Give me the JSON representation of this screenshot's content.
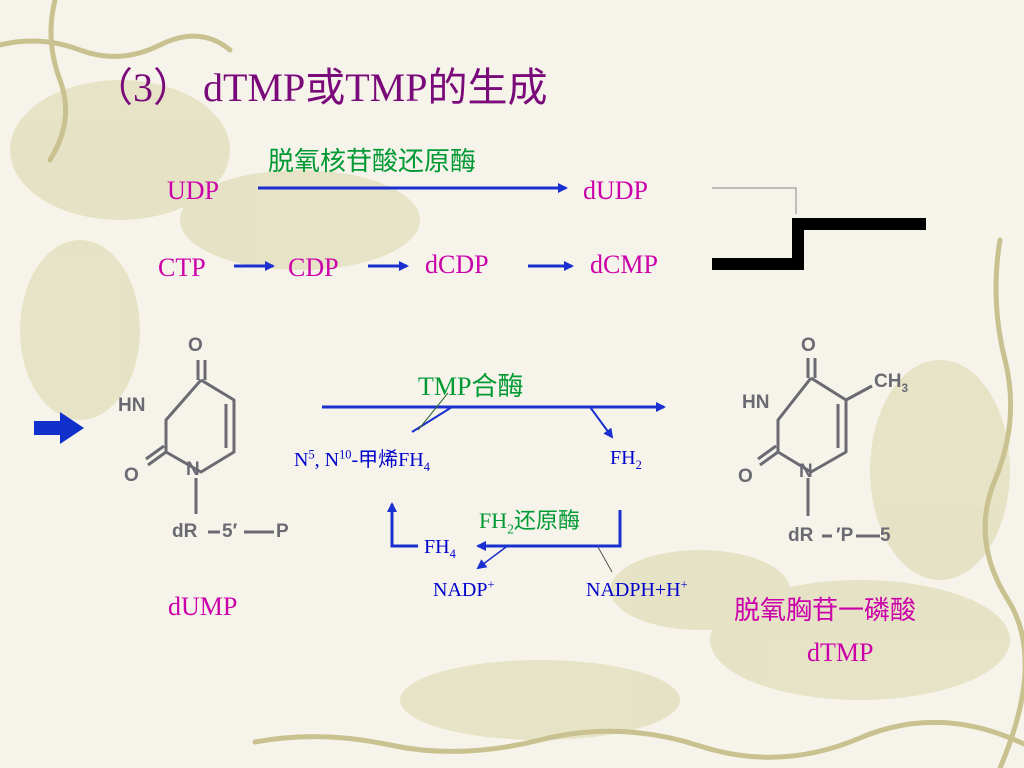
{
  "title": "（3） dTMP或TMP的生成",
  "top_reaction": {
    "enzyme": "脱氧核苷酸还原酶",
    "substrate": "UDP",
    "product": "dUDP"
  },
  "ctp_chain": [
    "CTP",
    "CDP",
    "dCDP",
    "dCMP"
  ],
  "dump_structure": {
    "atoms": [
      "O",
      "HN",
      "O",
      "N",
      "dR",
      "5",
      "′",
      "P"
    ]
  },
  "dtmp_structure": {
    "atoms": [
      "O",
      "CH",
      "3",
      "HN",
      "O",
      "N",
      "dR",
      "5",
      "′",
      "P"
    ]
  },
  "dump_name": "dUMP",
  "dtmp_name_cn": "脱氧胸苷一磷酸",
  "dtmp_name": "dTMP",
  "main_enzyme": "TMP合酶",
  "cofactor": {
    "n5_base": "N",
    "n5_sup": "5",
    "sep": ", ",
    "n10_base": "N",
    "n10_sup": "10",
    "rest_prefix": "-甲烯FH",
    "rest_sub": "4"
  },
  "fh2": {
    "base": "FH",
    "sub": "2"
  },
  "fh2_reductase": {
    "base": "FH",
    "sub": "2",
    "suffix": "还原酶"
  },
  "fh4": {
    "base": "FH",
    "sub": "4"
  },
  "nadp": {
    "base": "NADP",
    "sup": "+"
  },
  "nadph": {
    "base": "NADPH+H",
    "sup": "+"
  },
  "colors": {
    "magenta": "#cc00aa",
    "green": "#009933",
    "blue": "#0000cc",
    "title": "#7a0a7a"
  }
}
